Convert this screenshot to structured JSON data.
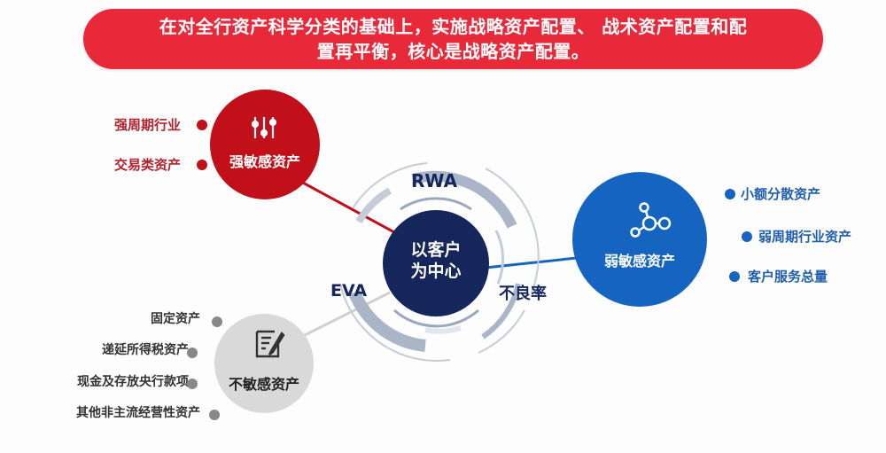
{
  "banner": {
    "line1": "在对全行资产科学分类的基础上，实施战略资产配置、 战术资产配置和配",
    "line2": "置再平衡，核心是战略资产配置。"
  },
  "center": {
    "line1": "以客户",
    "line2": "为中心"
  },
  "ring_labels": {
    "top": "RWA",
    "left": "EVA",
    "right": "不良率"
  },
  "strong": {
    "title": "强敏感资产",
    "icon": "sliders-icon",
    "items": [
      "强周期行业",
      "交易类资产"
    ]
  },
  "weak": {
    "title": "弱敏感资产",
    "icon": "network-nodes-icon",
    "items": [
      "小额分散资产",
      "弱周期行业资产",
      "客户服务总量"
    ]
  },
  "insensitive": {
    "title": "不敏感资产",
    "icon": "document-edit-icon",
    "items": [
      "固定资产",
      "递延所得税资产",
      "现金及存放央行款项",
      "其他非主流经营性资产"
    ]
  },
  "colors": {
    "banner": "#e8293a",
    "strong": "#c2101b",
    "weak": "#1565c0",
    "insensitive": "#d9d9d9",
    "center": "#14265a",
    "ring": "#b8c4d6"
  }
}
